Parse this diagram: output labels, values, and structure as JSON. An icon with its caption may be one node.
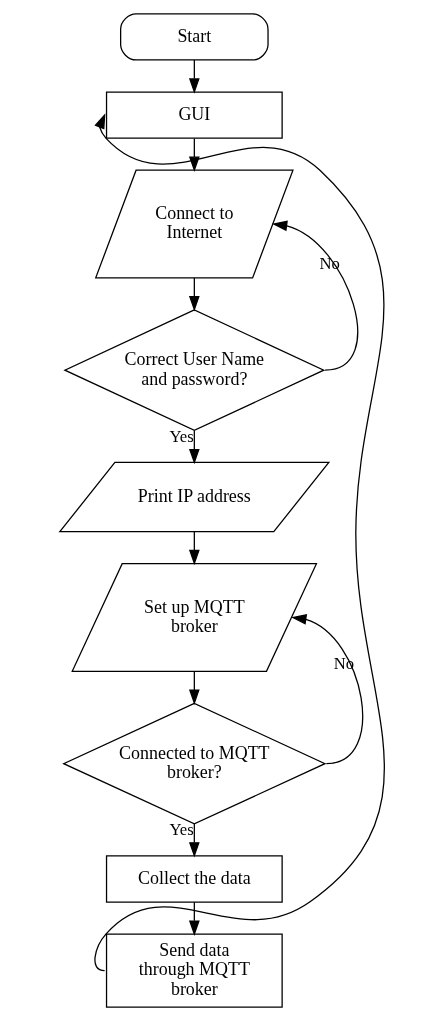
{
  "diagram": {
    "nodes": [
      {
        "text": [
          "Start"
        ]
      },
      {
        "text": [
          "GUI"
        ]
      },
      {
        "text": [
          "Connect to Internet"
        ]
      },
      {
        "text": [
          "Correct User Name and password?"
        ]
      },
      {
        "text": [
          "Print IP address"
        ]
      },
      {
        "text": [
          "Set up MQTT broker"
        ]
      },
      {
        "text": [
          "Connected to MQTT broker?"
        ]
      },
      {
        "text": [
          "Collect the data"
        ]
      },
      {
        "text": [
          "Send data through MQTT broker"
        ]
      }
    ],
    "edges": [
      {
        "from": 0,
        "to": 1,
        "arrow": "to"
      },
      {
        "from": 1,
        "to": 2,
        "arrow": "to"
      },
      {
        "from": 2,
        "to": 3,
        "arrow": "to"
      },
      {
        "from": 3,
        "to": 2,
        "arrow": "to",
        "label": "No"
      },
      {
        "from": 3,
        "to": 4,
        "arrow": "to",
        "label": "Yes"
      },
      {
        "from": 4,
        "to": 5,
        "arrow": "to"
      },
      {
        "from": 5,
        "to": 6,
        "arrow": "to"
      },
      {
        "from": 6,
        "to": 5,
        "arrow": "to",
        "label": "No"
      },
      {
        "from": 6,
        "to": 7,
        "arrow": "to",
        "label": "Yes"
      },
      {
        "from": 7,
        "to": 8,
        "arrow": "to"
      },
      {
        "from": 8,
        "to": 1,
        "arrow": "to"
      }
    ]
  }
}
